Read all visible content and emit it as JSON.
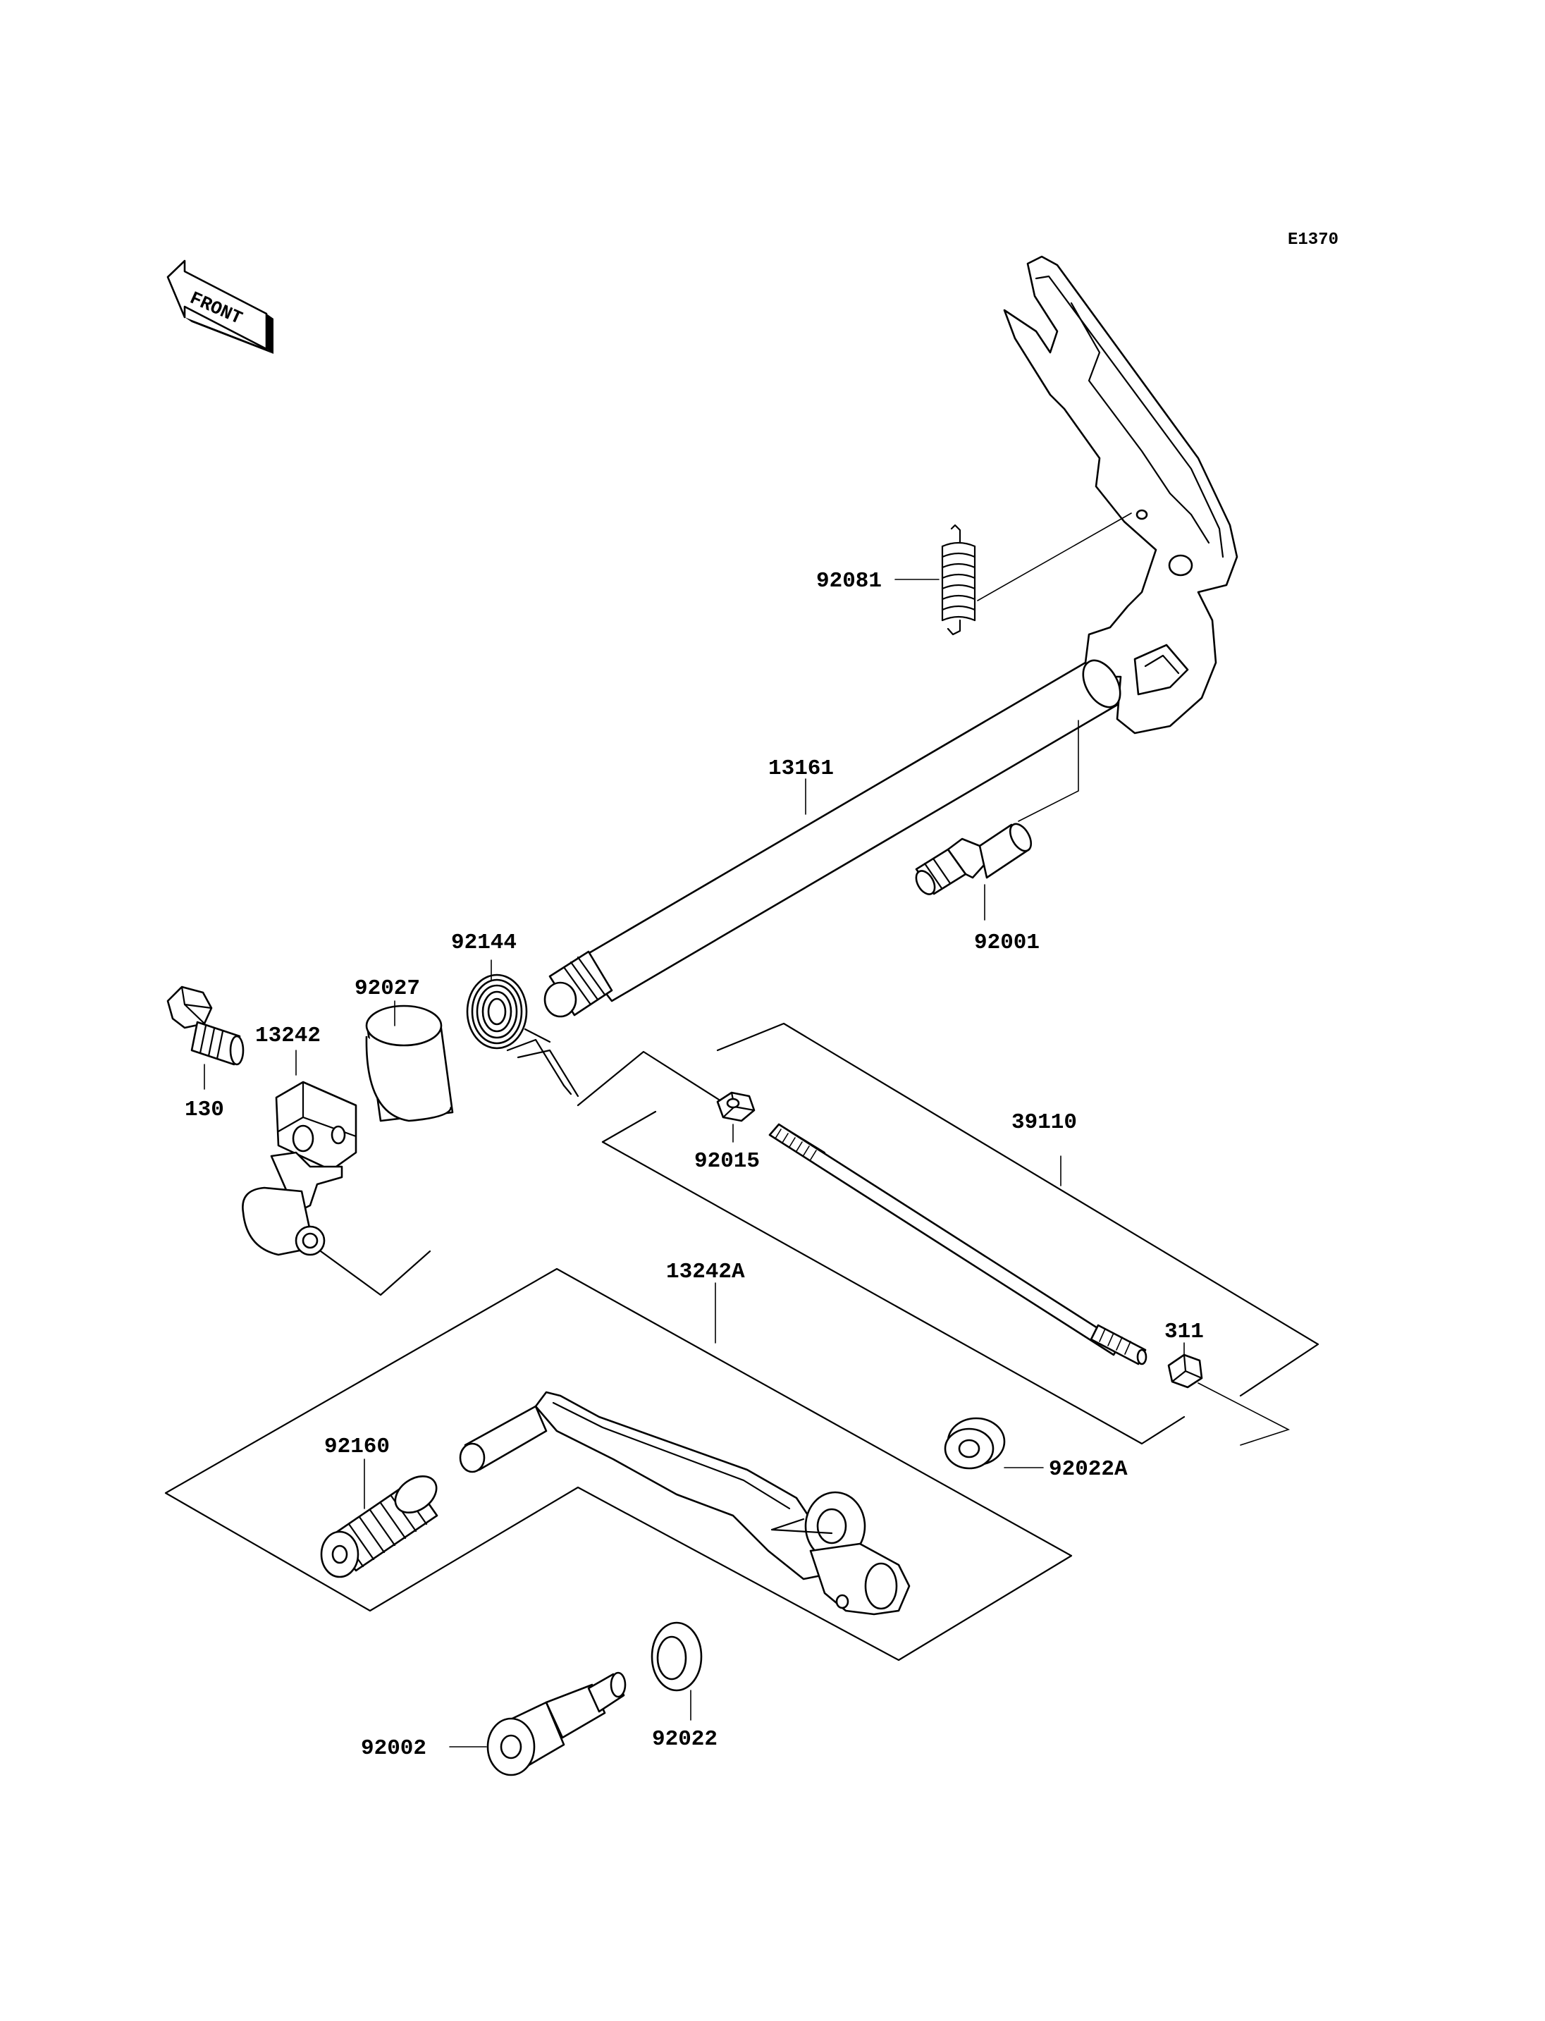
{
  "diagram_code": "E1370",
  "front_arrow": {
    "label": "FRONT"
  },
  "parts": [
    {
      "id": "p92081",
      "number": "92081"
    },
    {
      "id": "p13161",
      "number": "13161"
    },
    {
      "id": "p92001",
      "number": "92001"
    },
    {
      "id": "p92144",
      "number": "92144"
    },
    {
      "id": "p92027",
      "number": "92027"
    },
    {
      "id": "p13242",
      "number": "13242"
    },
    {
      "id": "p130",
      "number": "130"
    },
    {
      "id": "p92015",
      "number": "92015"
    },
    {
      "id": "p39110",
      "number": "39110"
    },
    {
      "id": "p311",
      "number": "311"
    },
    {
      "id": "p13242A",
      "number": "13242A"
    },
    {
      "id": "p92160",
      "number": "92160"
    },
    {
      "id": "p92022A",
      "number": "92022A"
    },
    {
      "id": "p92002",
      "number": "92002"
    },
    {
      "id": "p92022",
      "number": "92022"
    }
  ]
}
